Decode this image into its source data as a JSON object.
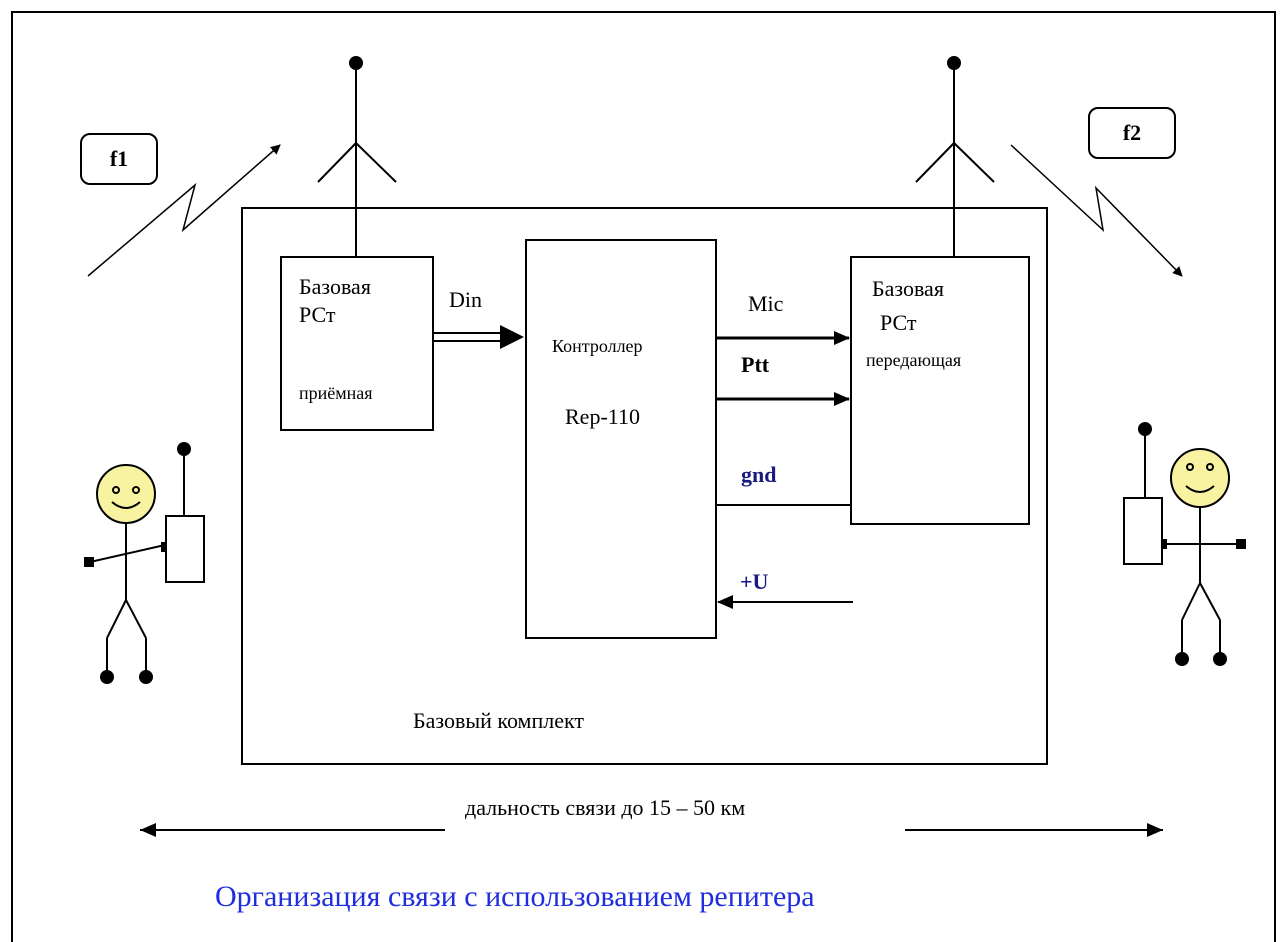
{
  "frequencies": {
    "f1": "f1",
    "f2": "f2"
  },
  "receiver": {
    "line1": "Базовая",
    "line2": "РСт",
    "line3": "приёмная"
  },
  "controller": {
    "name": "Контроллер",
    "model": "Rep-110"
  },
  "transmitter": {
    "line1": "Базовая",
    "line2": "РСт",
    "line3": "передающая"
  },
  "signals": {
    "din": "Din",
    "mic": "Mic",
    "ptt": "Ptt",
    "gnd": "gnd",
    "power": "+U"
  },
  "base_kit_label": "Базовый  комплект",
  "range_label": "дальность связи до 15 – 50 км",
  "caption": "Организация  связи  с использованием  репитера",
  "colors": {
    "face": "#f7f3a0",
    "caption": "#1f2de0",
    "signal_bold_blue": "#1a1a80"
  },
  "icons": [
    "antenna-icon",
    "lightning-arrow-icon",
    "person-with-radio-icon"
  ]
}
